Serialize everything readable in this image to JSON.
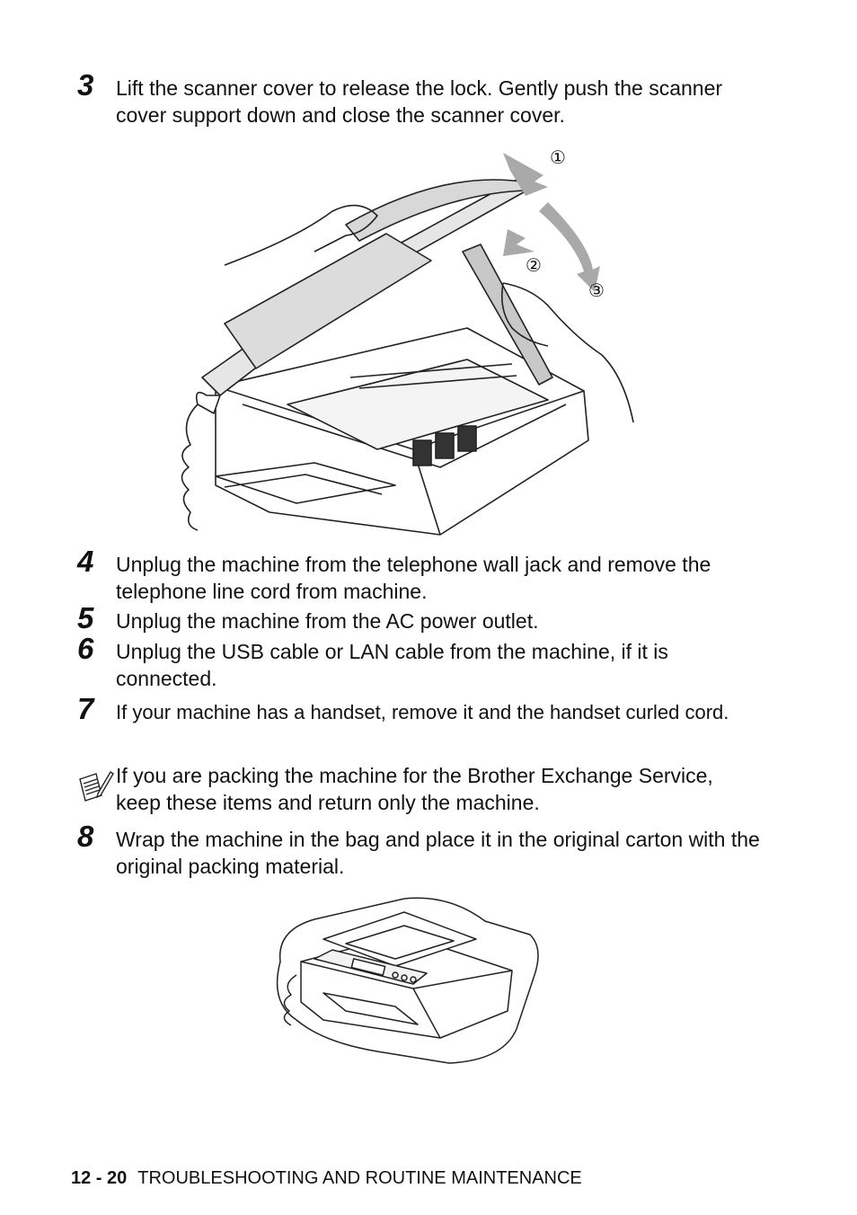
{
  "steps": [
    {
      "number": "3",
      "text": "Lift the scanner cover to release the lock. Gently push the scanner cover support down and close the scanner cover."
    },
    {
      "number": "4",
      "text": "Unplug the machine from the telephone wall jack and remove the telephone line cord from machine."
    },
    {
      "number": "5",
      "text": "Unplug the machine from the AC power outlet."
    },
    {
      "number": "6",
      "text": "Unplug the USB cable or LAN cable from the machine, if it is connected."
    },
    {
      "number": "7",
      "text": "If your machine has a handset, remove it and the handset curled cord."
    },
    {
      "number": "8",
      "text": "Wrap the machine in the bag and place it in the original carton with the original packing material."
    }
  ],
  "note": {
    "text": "If you are packing the machine for the Brother Exchange Service, keep these items and return only the machine.",
    "icon": "note-pencil-icon"
  },
  "figure1": {
    "callouts": [
      "①",
      "②",
      "③"
    ]
  },
  "footer": {
    "page": "12 - 20",
    "section": "TROUBLESHOOTING AND ROUTINE MAINTENANCE"
  }
}
